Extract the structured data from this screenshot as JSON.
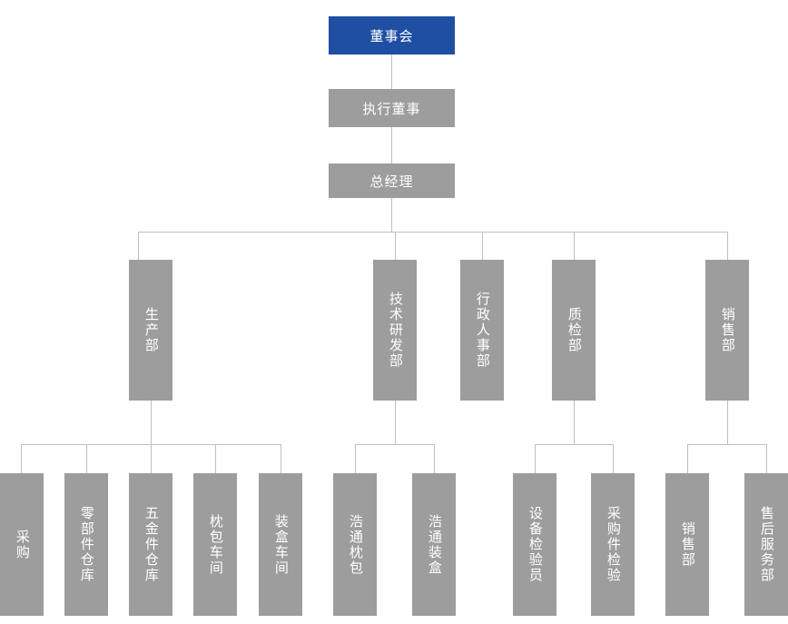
{
  "chart_title": "",
  "colors": {
    "root_fill": "#1f4fa3",
    "node_fill": "#9d9d9d",
    "connector": "#bfbfbf",
    "text": "#ffffff",
    "background": "#ffffff"
  },
  "org": {
    "root": {
      "label": "董事会",
      "level": 0
    },
    "level1": {
      "label": "执行董事",
      "level": 1
    },
    "level2": {
      "label": "总经理",
      "level": 2
    },
    "departments": [
      {
        "label": "生产部"
      },
      {
        "label": "技术研发部"
      },
      {
        "label": "行政人事部"
      },
      {
        "label": "质检部"
      },
      {
        "label": "销售部"
      }
    ],
    "units": [
      {
        "label": "采购"
      },
      {
        "label": "零部件仓库"
      },
      {
        "label": "五金件仓库"
      },
      {
        "label": "枕包车间"
      },
      {
        "label": "装盒车间"
      },
      {
        "label": "浩通枕包"
      },
      {
        "label": "浩通装盒"
      },
      {
        "label": "设备检验员"
      },
      {
        "label": "采购件检验"
      },
      {
        "label": "销售部"
      },
      {
        "label": "售后服务部"
      }
    ]
  }
}
